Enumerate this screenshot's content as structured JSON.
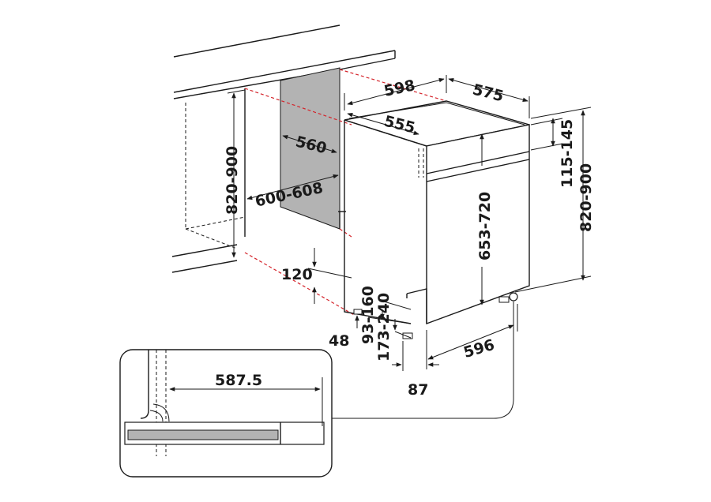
{
  "dimensions": {
    "width_575": "575",
    "width_598": "598",
    "depth_555": "555",
    "cavity_depth_560": "560",
    "niche_width_600_608": "600-608",
    "niche_height_820_900": "820-900",
    "height_653_720": "653-720",
    "top_gap_115_145": "115-145",
    "total_height_820_900": "820-900",
    "base_120": "120",
    "base_48": "48",
    "plinth_93_160": "93-160",
    "plinth_173_240": "173-240",
    "width_596": "596",
    "foot_87": "87",
    "detail_587_5": "587.5"
  },
  "colors": {
    "line": "#1a1a1a",
    "guide": "#d4232a",
    "panel": "#b3b3b3"
  }
}
